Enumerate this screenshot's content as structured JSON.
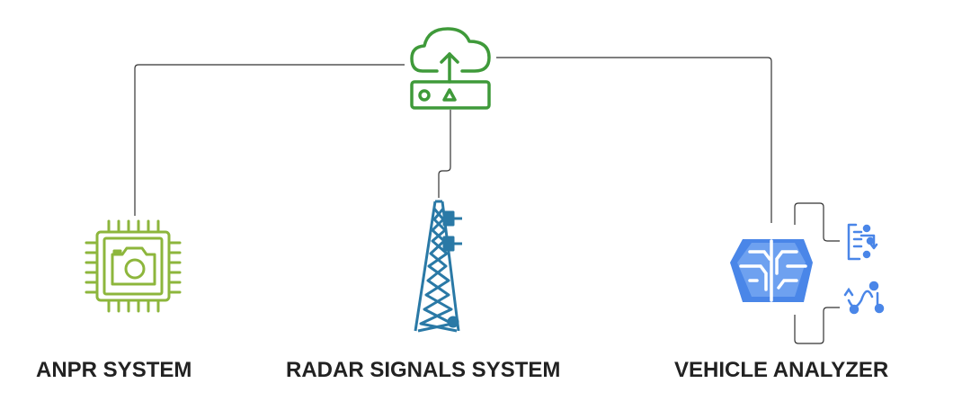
{
  "nodes": {
    "gateway": {
      "icon": "cloud-upload-device-icon"
    },
    "anpr": {
      "label": "ANPR SYSTEM",
      "icon": "camera-chip-icon"
    },
    "radar": {
      "label": "RADAR SIGNALS SYSTEM",
      "icon": "radio-tower-icon"
    },
    "vehicle": {
      "label": "VEHICLE ANALYZER",
      "icon": "ai-brain-icon",
      "sub_icons": [
        "document-flow-icon",
        "workflow-connector-icon"
      ]
    }
  },
  "colors": {
    "gateway_green": "#3f9a3a",
    "anpr_green": "#8db63c",
    "tower_blue": "#2a79a6",
    "ai_blue": "#4a86e8",
    "connector": "#333333"
  }
}
